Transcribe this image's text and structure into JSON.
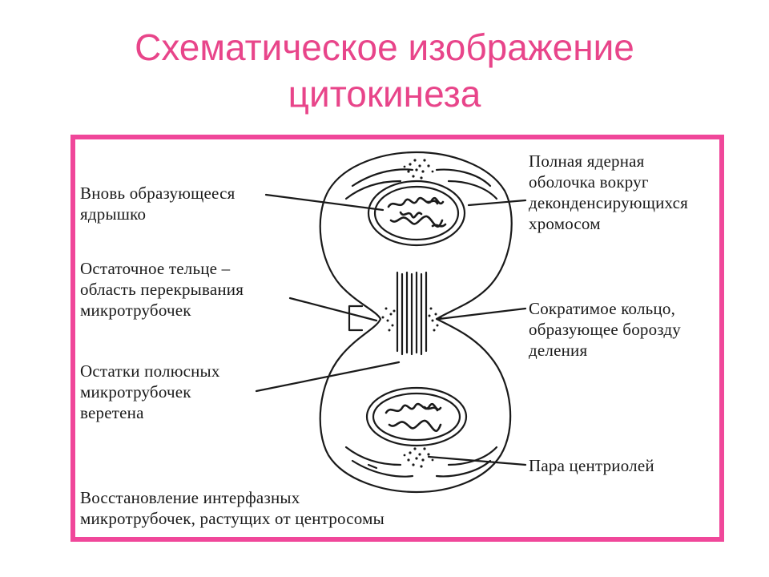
{
  "title_line1": "Схематическое изображение",
  "title_line2": "цитокинеза",
  "colors": {
    "title": "#e8458a",
    "frame": "#f0479a",
    "ink": "#1a1a1a"
  },
  "labels": {
    "new_nucleolus": "Вновь образующееся\nядрышко",
    "midbody": "Остаточное тельце –\nобласть перекрывания\nмикротрубочек",
    "polar_microtubules": "Остатки полюсных\nмикротрубочек\nверетена",
    "interphase_microtubules": "Восстановление интерфазных\nмикротрубочек, растущих от центросомы",
    "nuclear_envelope": "Полная ядерная\nоболочка вокруг\nдеконденсирующихся\nхромосом",
    "contractile_ring": "Сократимое кольцо,\nобразующее борозду\nделения",
    "centriole_pair": "Пара центриолей"
  }
}
